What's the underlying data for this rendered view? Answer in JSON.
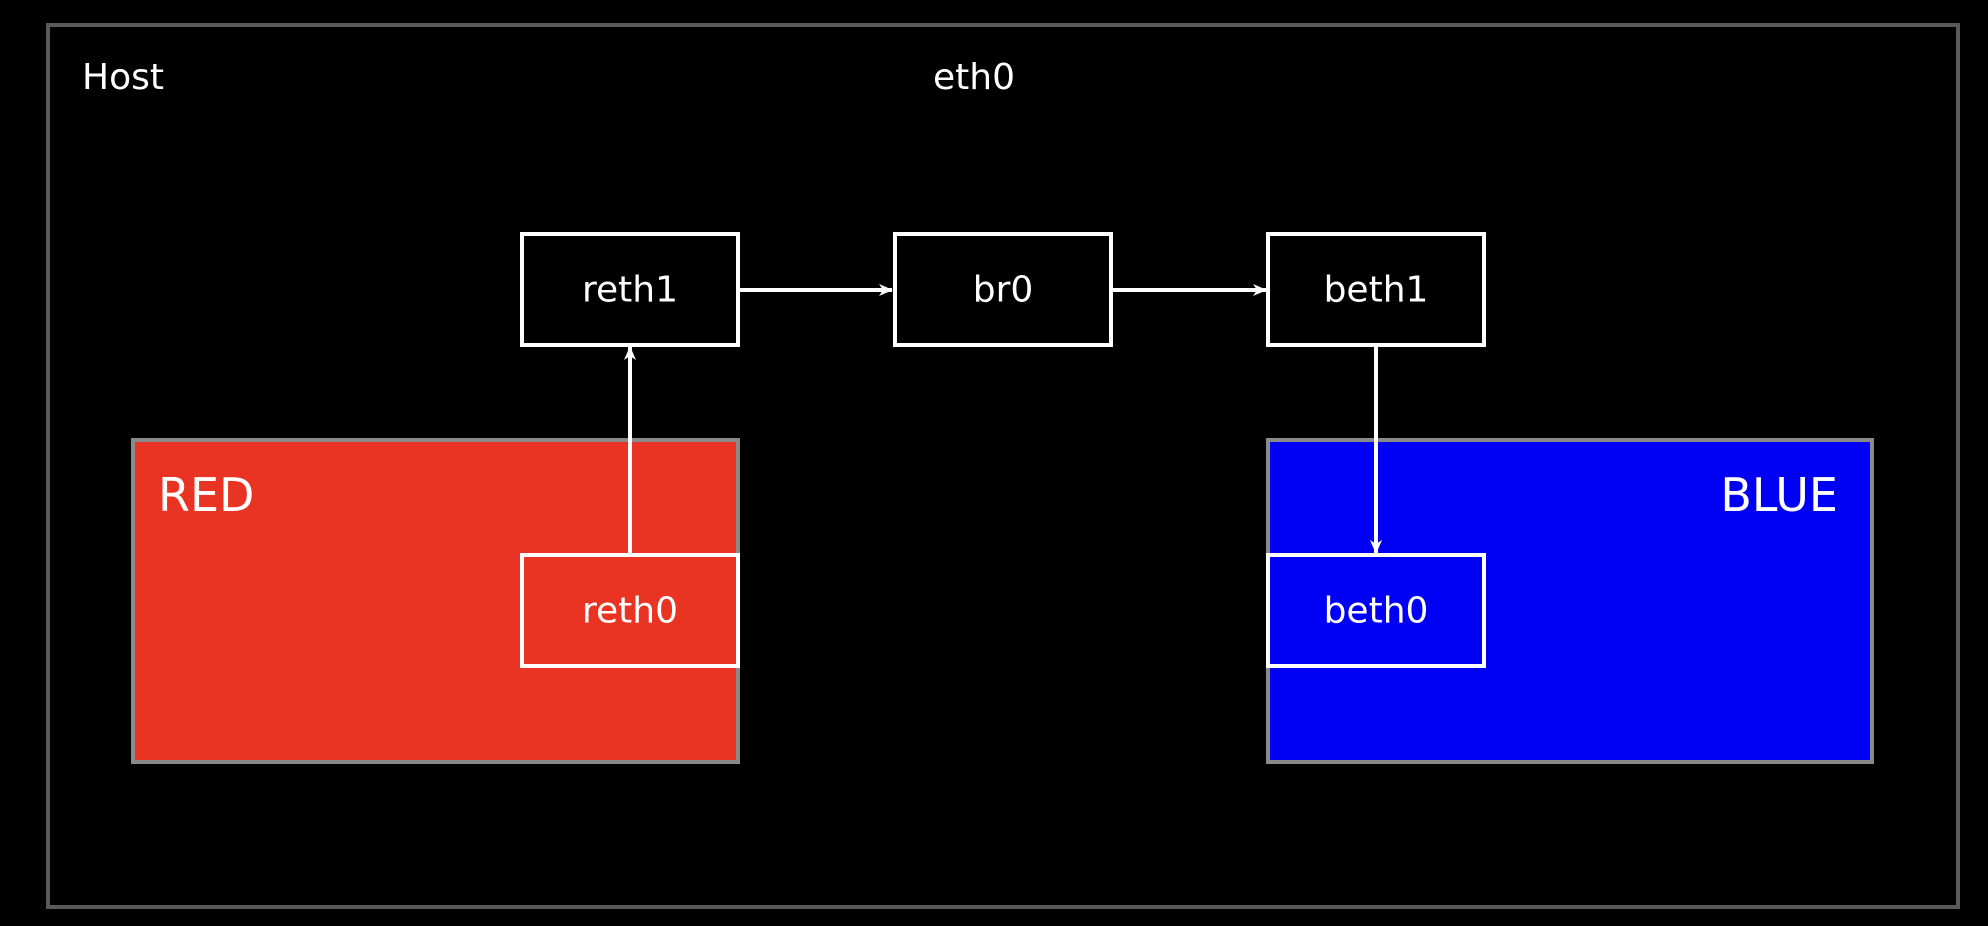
{
  "colors": {
    "background": "#000000",
    "host_border": "#5a5a5a",
    "namespace_border": "#8a8a8a",
    "red_namespace": "#e93323",
    "blue_namespace": "#0000f5",
    "line": "#ffffff"
  },
  "host": {
    "label": "Host",
    "uplink_label": "eth0"
  },
  "namespaces": {
    "red": {
      "label": "RED"
    },
    "blue": {
      "label": "BLUE"
    }
  },
  "interfaces": {
    "reth1": "reth1",
    "br0": "br0",
    "beth1": "beth1",
    "reth0": "reth0",
    "beth0": "beth0"
  }
}
